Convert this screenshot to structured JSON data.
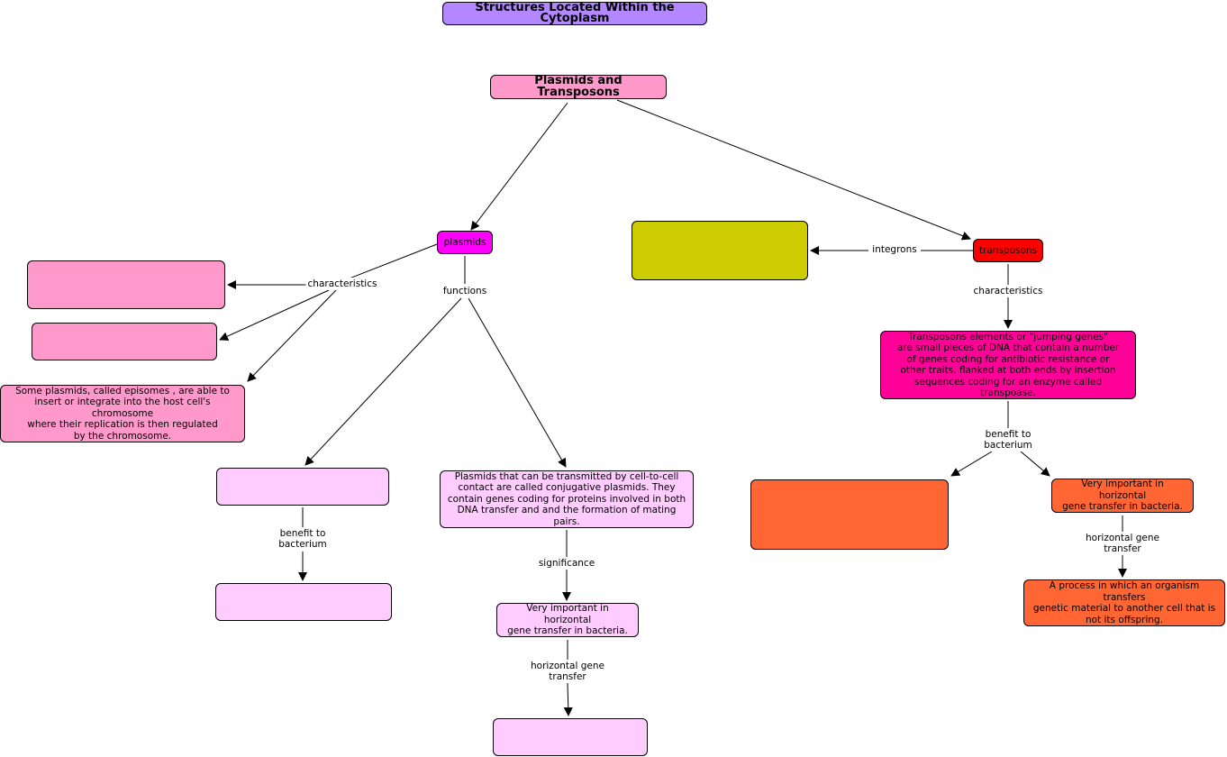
{
  "colors": {
    "title": "#b388ff",
    "pink": "#ff99cc",
    "magenta": "#ff00ff",
    "red": "#ff0000",
    "olive": "#cccc00",
    "deeppink": "#ff0099",
    "lightpink": "#ffccff",
    "orange": "#ff6633"
  },
  "nodes": {
    "title": "Structures Located Within the Cytoplasm",
    "plasmids_transposons": "Plasmids and Transposons",
    "plasmids": "plasmids",
    "transposons": "transposons",
    "plasmid_char_1": "",
    "plasmid_char_2": "",
    "episomes": "Some plasmids, called episomes , are able to\ninsert or integrate into the host cell's chromosome\nwhere their replication is then regulated\nby the chromosome.",
    "func_1": "",
    "func_1_benefit": "",
    "conjugative": "Plasmids that can be transmitted by cell-to-cell\ncontact are called conjugative plasmids. They\ncontain genes coding for proteins involved in both\nDNA transfer and and the formation of mating pairs.",
    "plasmid_hgt": "Very important in horizontal\ngene transfer in bacteria.",
    "plasmid_hgt_def": "",
    "integrons_box": "",
    "transposon_desc": "Transposons elements or \"jumping genes\"\nare small pieces of DNA that contain a number\nof genes coding for antibiotic resistance or\nother traits, flanked at both ends by insertion\nsequences coding for an enzyme called transpoase.",
    "transposon_benefit_1": "",
    "transposon_hgt": "Very important in horizontal\ngene transfer in bacteria.",
    "transposon_hgt_def": "A process in which an organism transfers\ngenetic material to another cell that is\nnot its offspring."
  },
  "edge_labels": {
    "plasmid_characteristics": "characteristics",
    "plasmid_functions": "functions",
    "func_benefit": "benefit to\nbacterium",
    "significance": "significance",
    "plasmid_hgt_label": "horizontal gene\ntransfer",
    "integrons": "integrons",
    "transposon_characteristics": "characteristics",
    "transposon_benefit": "benefit to\nbacterium",
    "transposon_hgt_label": "horizontal gene\ntransfer"
  }
}
